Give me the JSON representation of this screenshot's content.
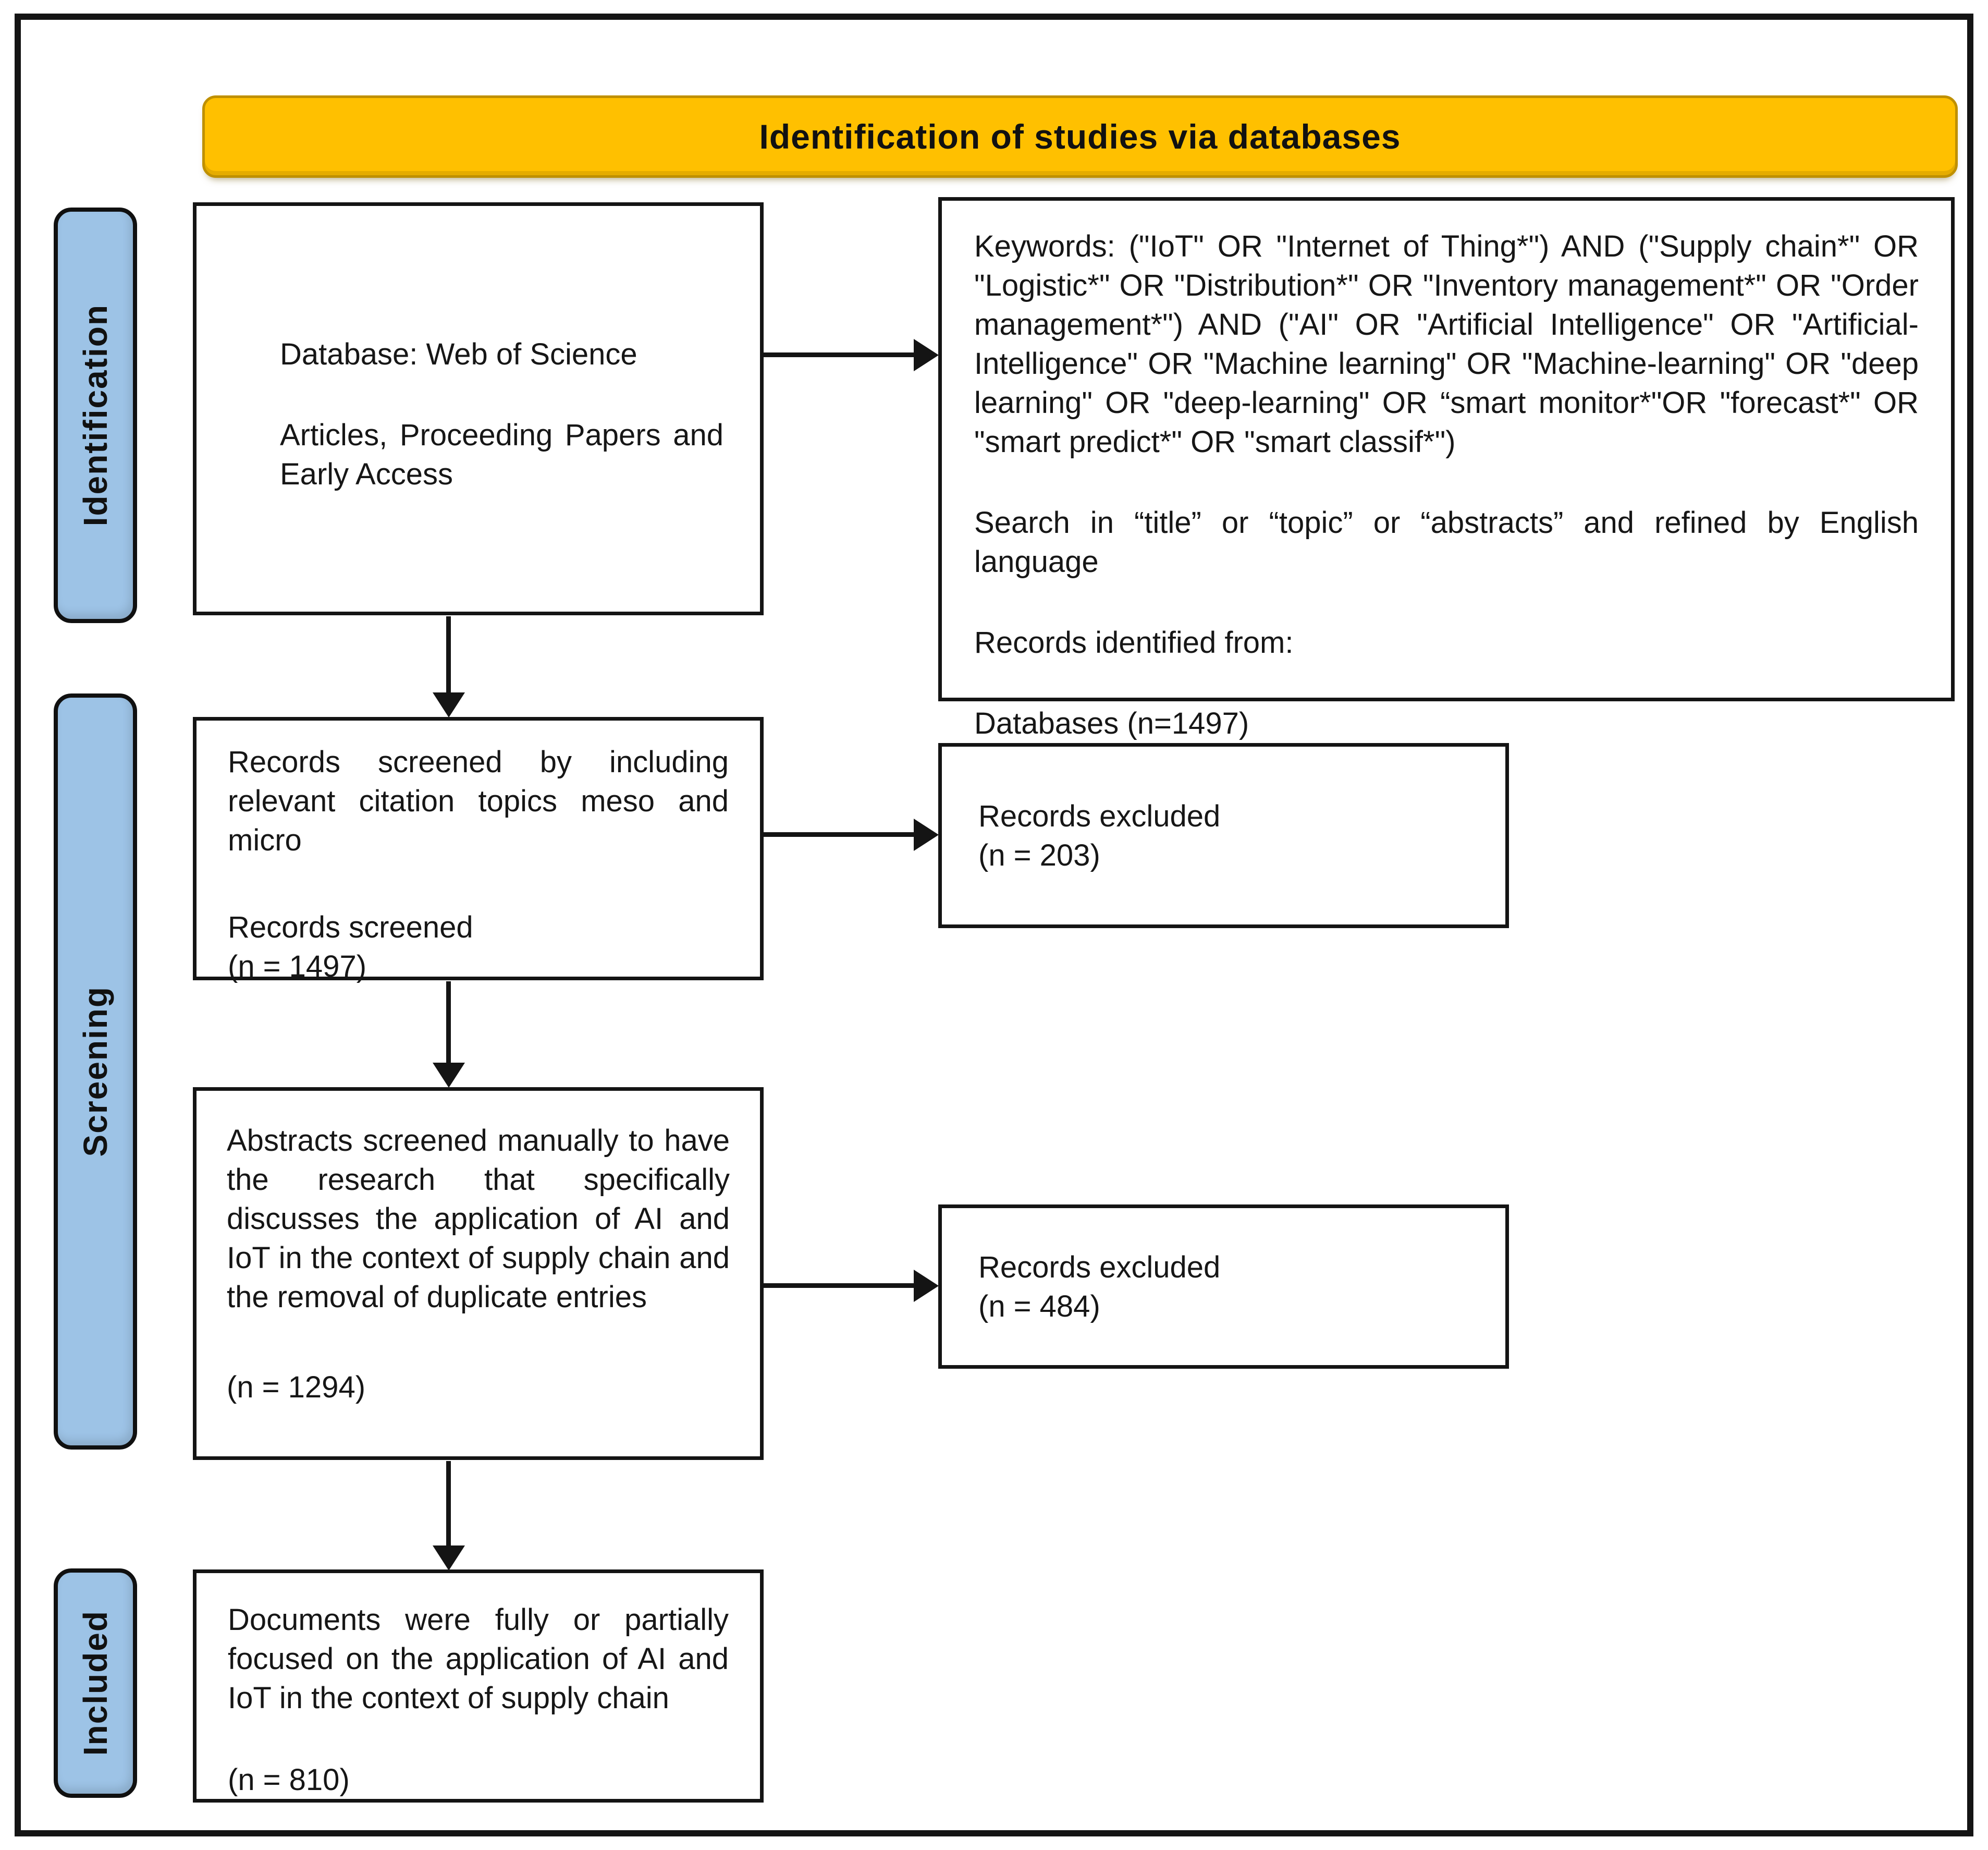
{
  "header": {
    "title": "Identification of studies via databases"
  },
  "stages": {
    "identification": "Identification",
    "screening": "Screening",
    "included": "Included"
  },
  "boxes": {
    "database": {
      "line1": "Database: Web of Science",
      "para2": "Articles, Proceeding Papers and Early Access"
    },
    "keywords": {
      "para1": "Keywords: (\"IoT\" OR \"Internet of Thing*\") AND (\"Supply chain*\" OR \"Logistic*\" OR \"Distribution*\" OR \"Inventory management*\" OR \"Order management*\") AND (\"AI\" OR \"Artificial Intelligence\" OR \"Artificial-Intelligence\" OR \"Machine learning\" OR \"Machine-learning\" OR \"deep learning\" OR \"deep-learning\" OR “smart monitor*\"OR \"forecast*\" OR \"smart predict*\" OR \"smart classif*\")",
      "para2": "Search in “title” or “topic” or “abstracts” and refined by English language",
      "para3_line1": "Records identified from:",
      "para3_line2": "Databases (n=1497)"
    },
    "records_screened": {
      "para1": "Records screened by including relevant citation topics meso and micro",
      "line2": "Records screened",
      "line3": "(n = 1497)"
    },
    "records_excluded_1": {
      "line1": "Records excluded",
      "line2": "(n = 203)"
    },
    "abstracts_screened": {
      "para1": "Abstracts screened manually to have the research that specifically discusses the application of AI and IoT in the context of supply chain and the removal of duplicate entries",
      "line2": "(n = 1294)"
    },
    "records_excluded_2": {
      "line1": "Records excluded",
      "line2": "(n = 484)"
    },
    "included_documents": {
      "para1": "Documents were fully or partially focused on the application of AI and IoT in the context of supply chain",
      "line2": "(n = 810)"
    }
  },
  "colors": {
    "banner": "#FFC000",
    "banner_border": "#BF9000",
    "stage_fill": "#9DC3E6",
    "line": "#141414"
  }
}
